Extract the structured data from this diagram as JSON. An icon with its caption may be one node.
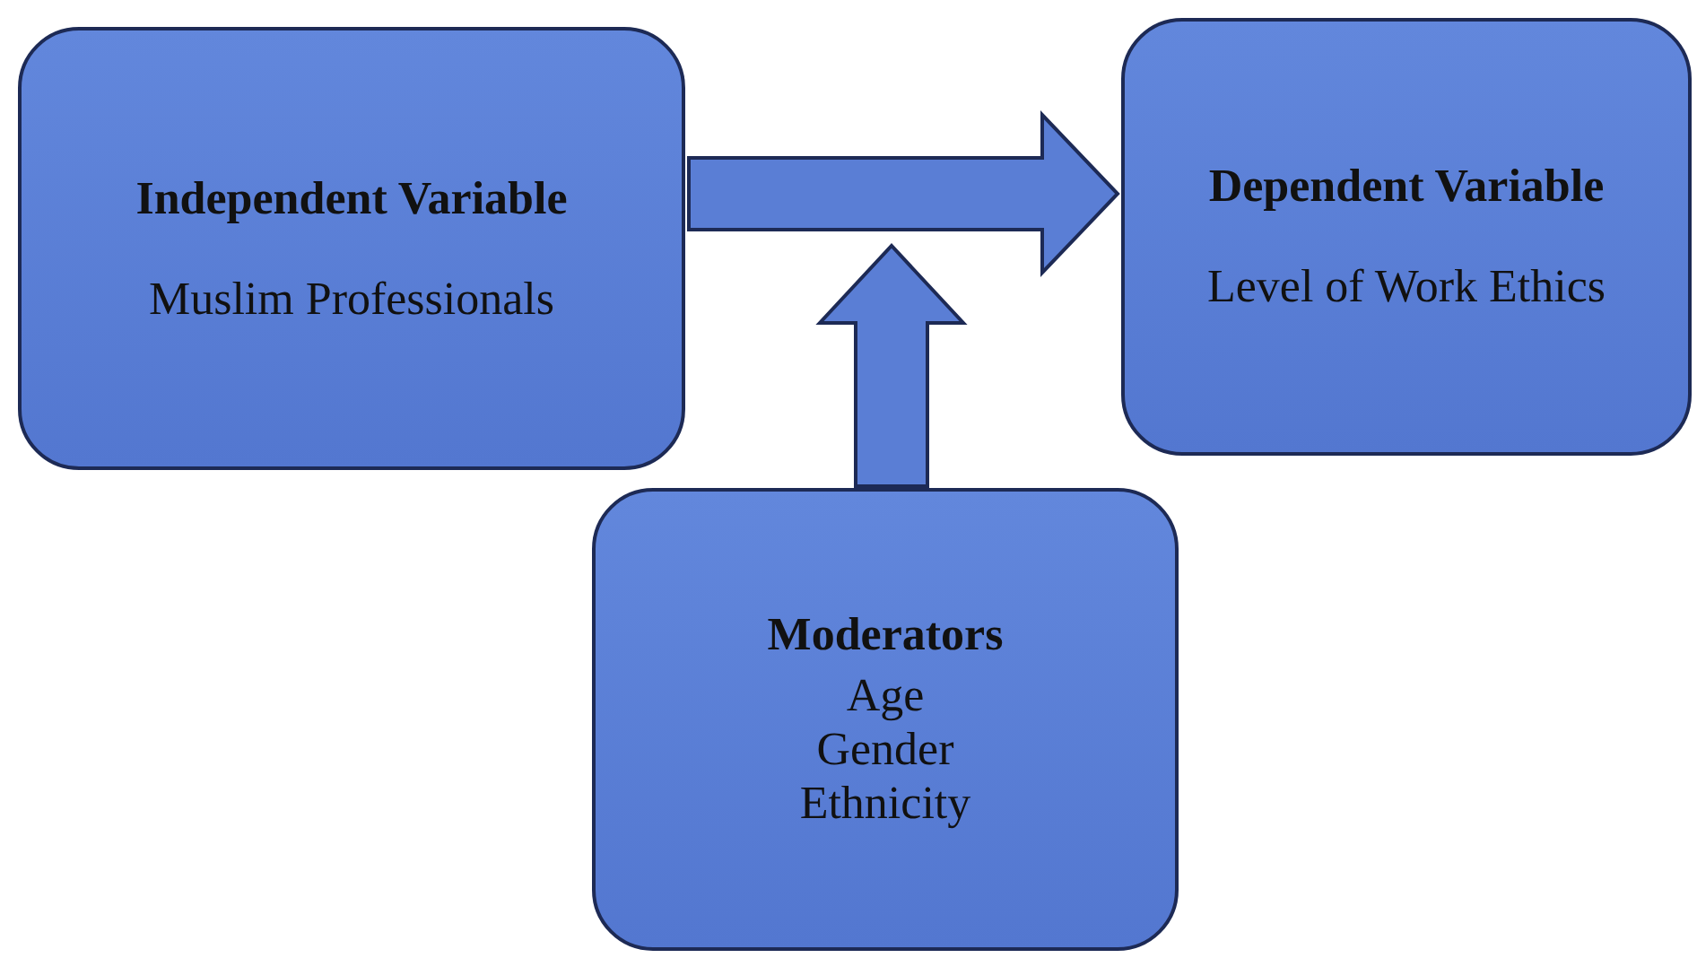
{
  "diagram": {
    "nodes": [
      {
        "text": [
          "Independent Variable",
          "Muslim Professionals"
        ]
      },
      {
        "text": [
          "Dependent Variable",
          "Level of Work Ethics"
        ]
      },
      {
        "text": [
          "Moderators",
          "Age",
          "Gender",
          "Ethnicity"
        ]
      }
    ],
    "edges": [
      {
        "from": 0,
        "to": 1,
        "arrow": "to"
      },
      {
        "from": 2,
        "to": null,
        "arrow": "to"
      }
    ]
  }
}
